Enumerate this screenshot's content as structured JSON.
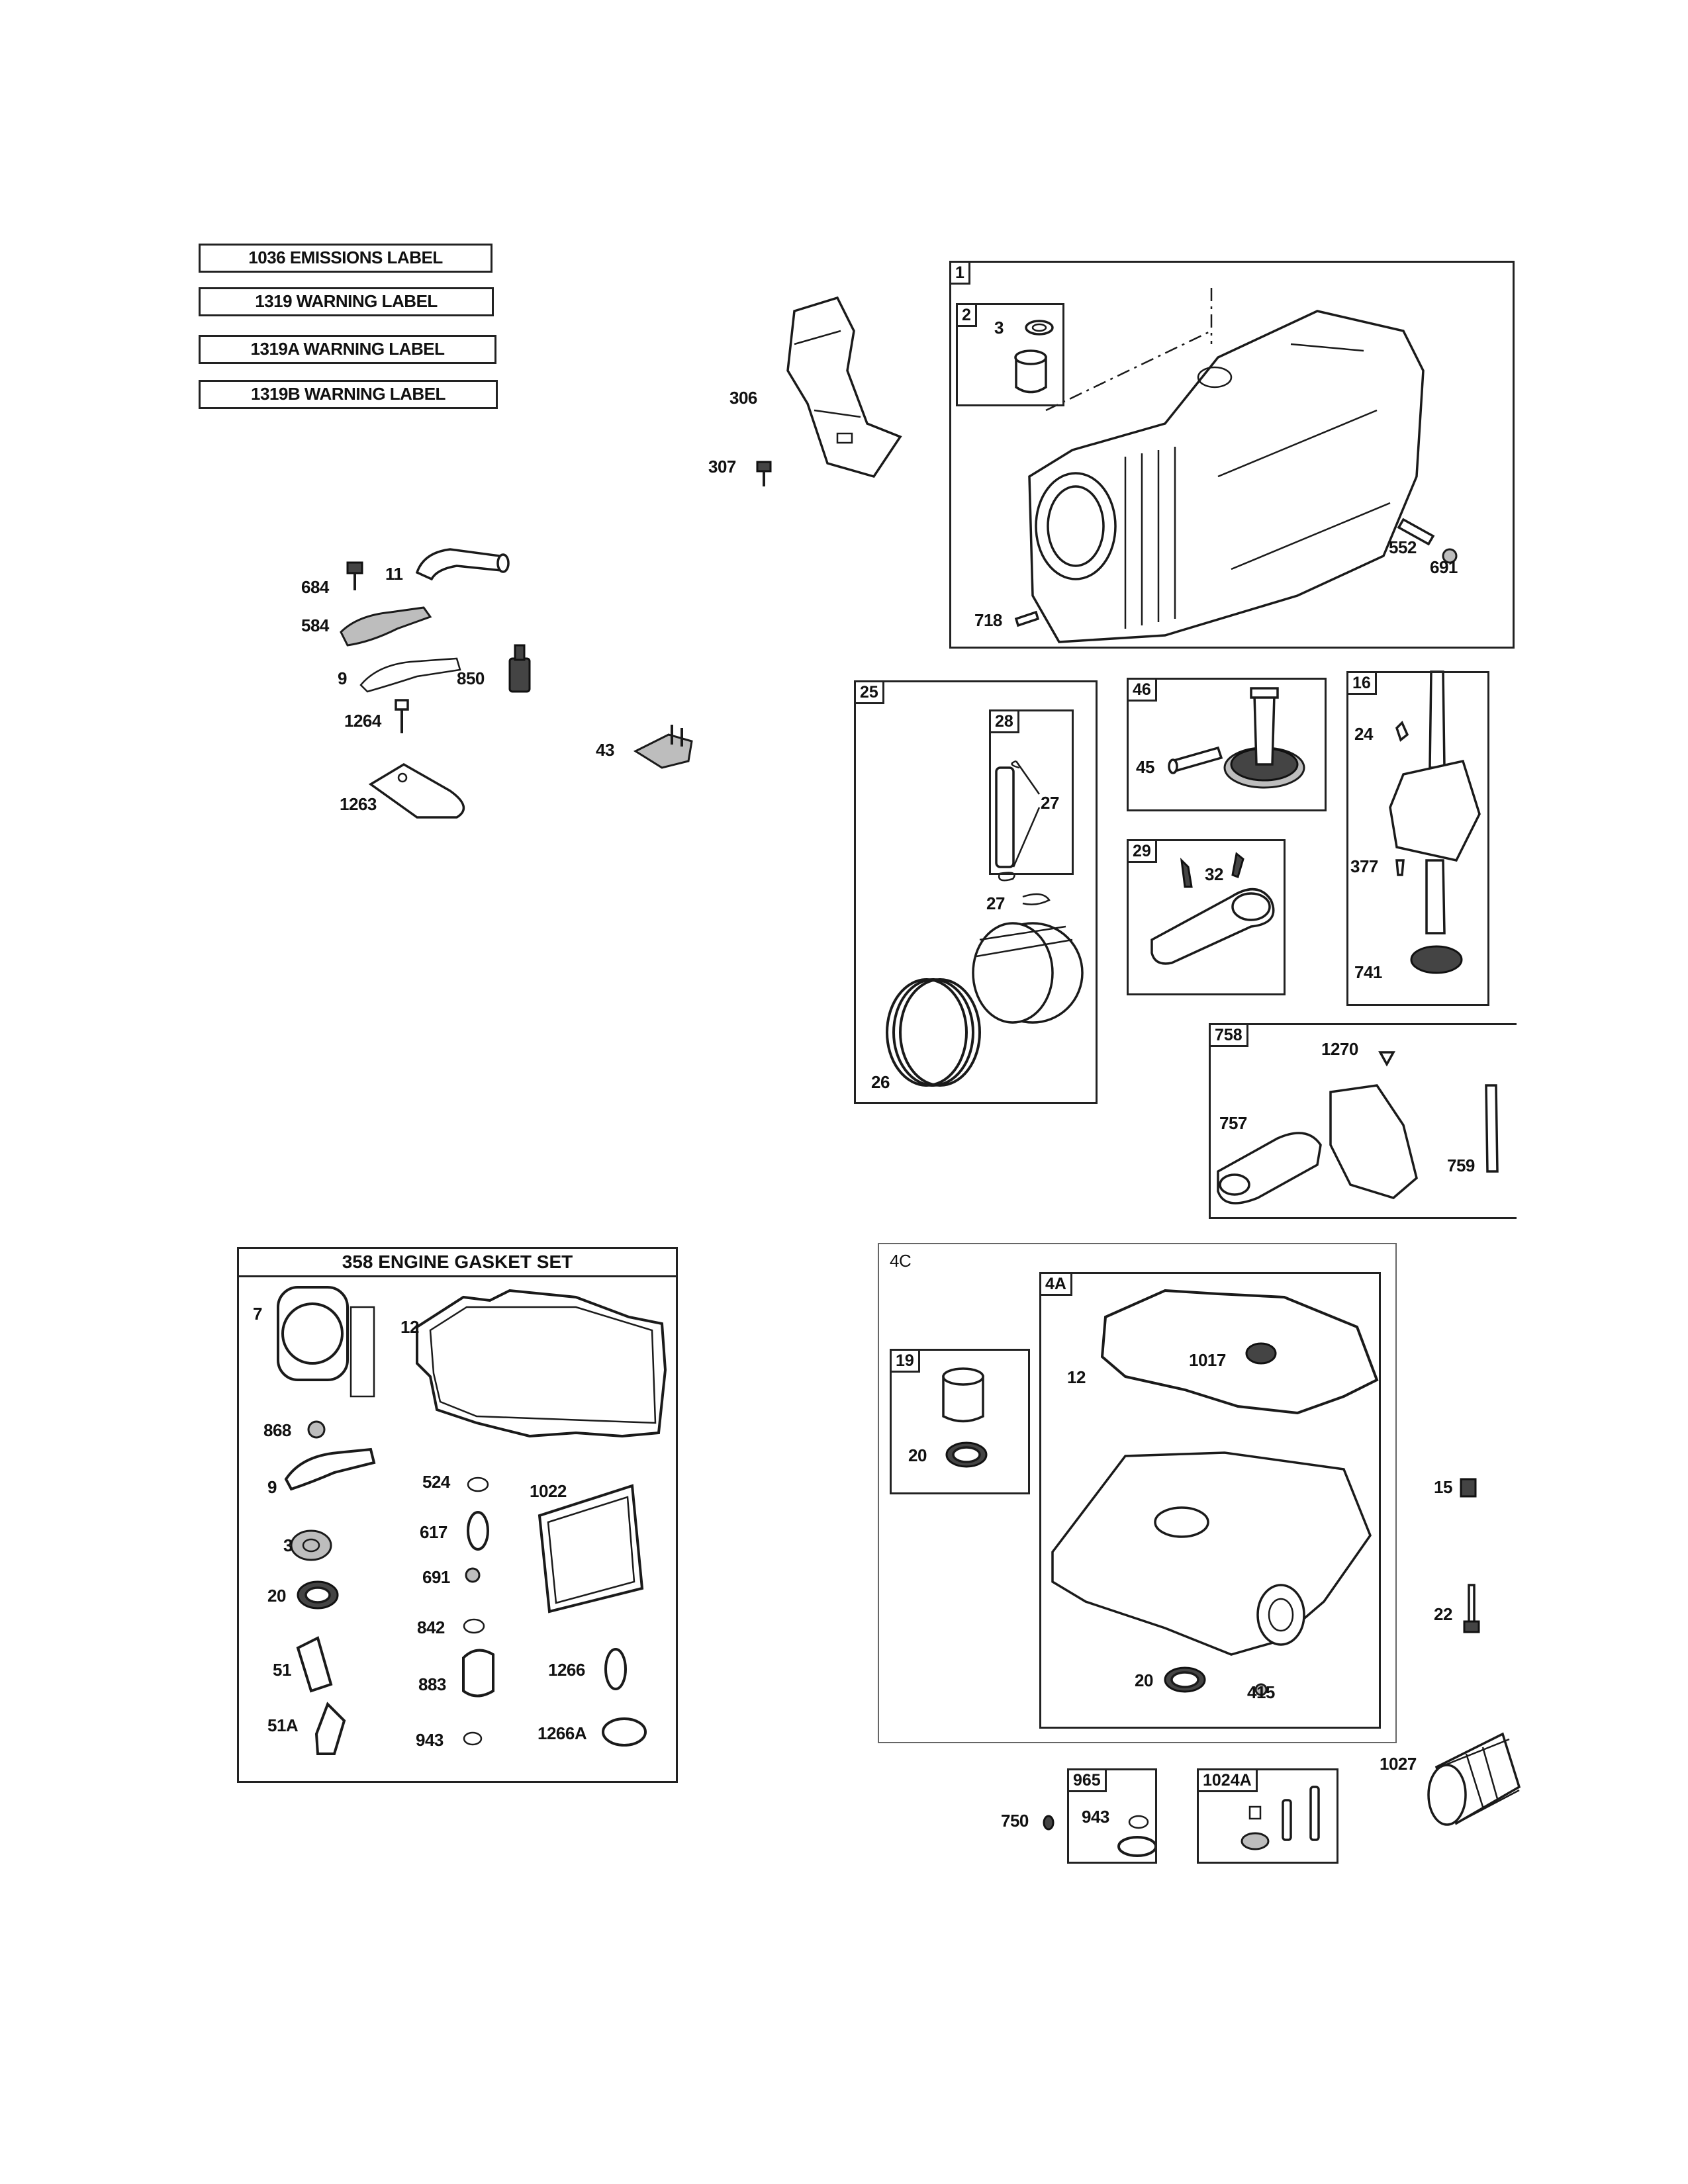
{
  "labels_top": [
    {
      "text": "1036 EMISSIONS LABEL"
    },
    {
      "text": "1319 WARNING LABEL"
    },
    {
      "text": "1319A WARNING LABEL"
    },
    {
      "text": "1319B WARNING LABEL"
    }
  ],
  "loose_parts": {
    "p306": "306",
    "p307": "307",
    "p684": "684",
    "p11": "11",
    "p584": "584",
    "p9": "9",
    "p850": "850",
    "p1264": "1264",
    "p1263": "1263",
    "p43": "43",
    "p15": "15",
    "p22": "22",
    "p1027": "1027",
    "p750": "750"
  },
  "cylinder_block": {
    "box": "1",
    "sub_box": "2",
    "p3": "3",
    "p552": "552",
    "p691": "691",
    "p718": "718"
  },
  "piston_group": {
    "box": "25",
    "pin_box": "28",
    "p27a": "27",
    "p27b": "27",
    "p26": "26"
  },
  "cam_gear": {
    "box": "46",
    "p45": "45"
  },
  "connecting_rod": {
    "box": "29",
    "p32": "32"
  },
  "crankshaft": {
    "box": "16",
    "p24": "24",
    "p377": "377",
    "p741": "741"
  },
  "governor": {
    "box": "758",
    "p1270": "1270",
    "p757": "757",
    "p759": "759"
  },
  "gasket_set": {
    "title": "358 ENGINE GASKET SET",
    "p7": "7",
    "p12": "12",
    "p868": "868",
    "p9": "9",
    "p524": "524",
    "p1022": "1022",
    "p617": "617",
    "p3": "3",
    "p691": "691",
    "p20": "20",
    "p842": "842",
    "p51": "51",
    "p883": "883",
    "p1266": "1266",
    "p51A": "51A",
    "p943": "943",
    "p1266A": "1266A"
  },
  "sump_cover": {
    "box": "4C",
    "inner_box": "4A",
    "bearing_box": "19",
    "p20a": "20",
    "p12": "12",
    "p1017": "1017",
    "p20b": "20",
    "p415": "415"
  },
  "kit_965": {
    "box": "965",
    "p943": "943"
  },
  "kit_1024A": {
    "box": "1024A"
  }
}
